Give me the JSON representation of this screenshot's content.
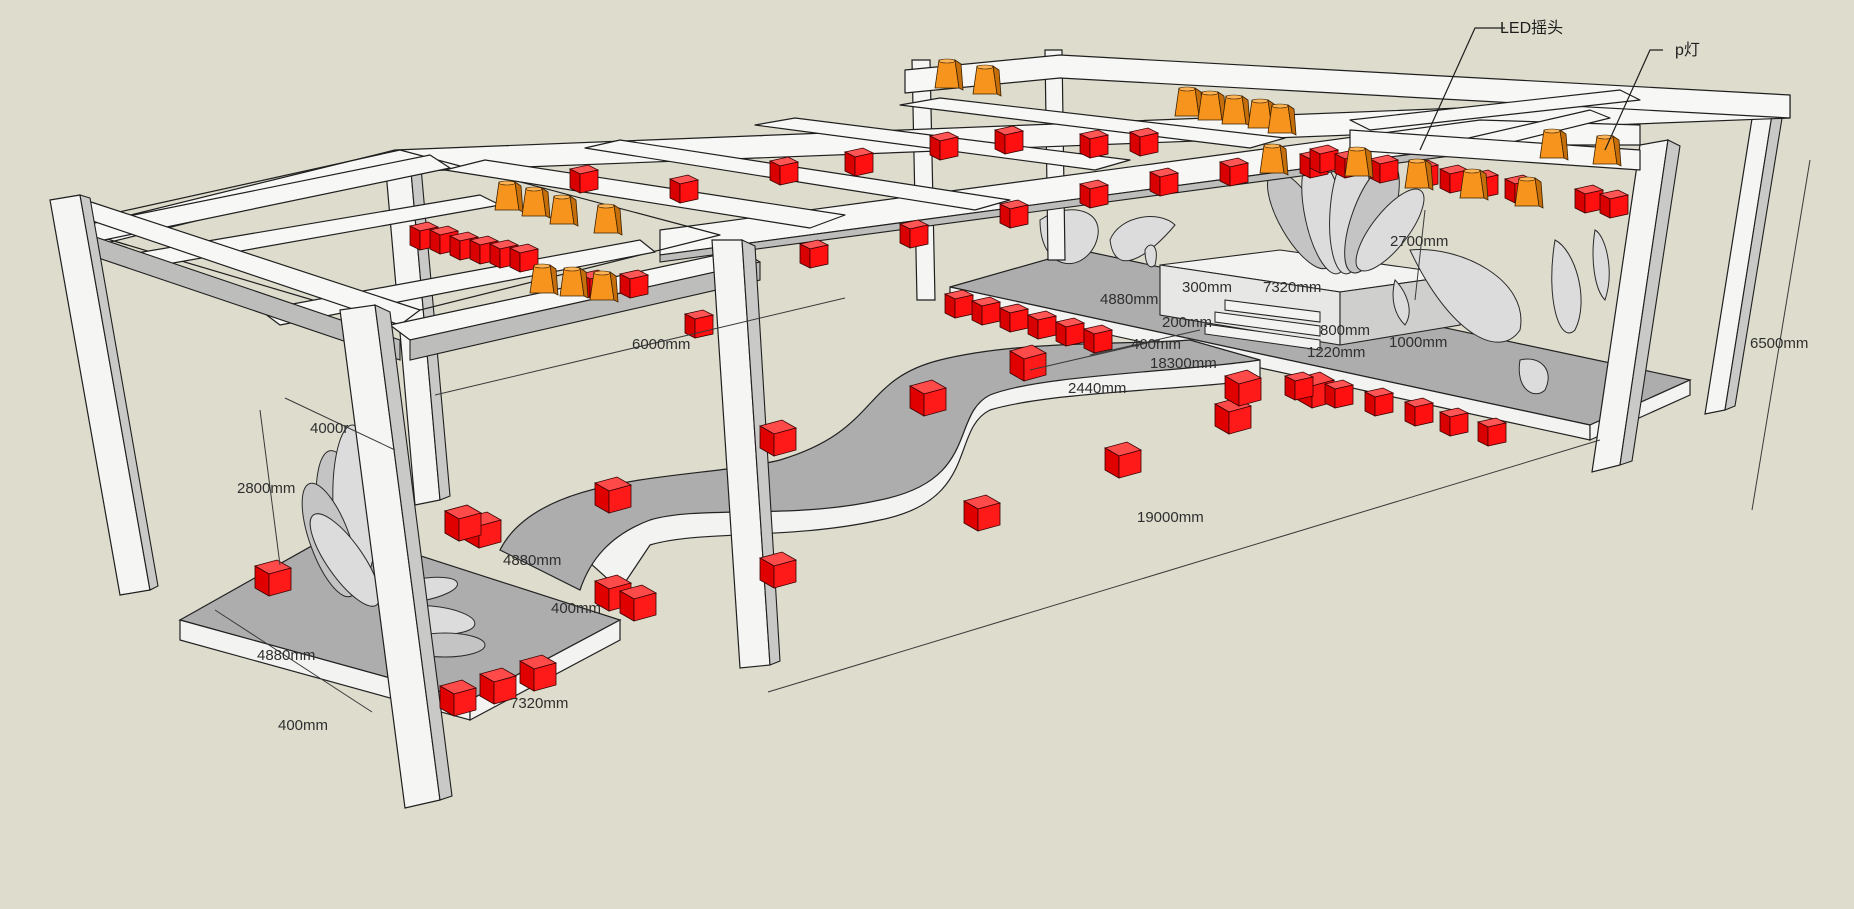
{
  "callouts": {
    "led_moving_head": "LED摇头",
    "par_light": "p灯"
  },
  "dimensions": {
    "truss_depth": "6000mm",
    "total_length": "19000mm",
    "total_height": "6500mm",
    "left_side_depth": "4000r",
    "left_screen_height": "2800mm",
    "left_stage_width": "4880mm",
    "left_stage_depth": "4880mm",
    "left_stage_height": "400mm",
    "left_runway_height": "400mm",
    "left_runway_width": "4880mm",
    "left_front_length": "7320mm",
    "right_stage_width": "4880mm",
    "right_stage_height": "400mm",
    "runway_length": "18300mm",
    "runway_width": "2440mm",
    "stair_step": "300mm",
    "stair_rise": "200mm",
    "platform_width": "7320mm",
    "platform_height": "800mm",
    "platform_depth": "1220mm",
    "platform_top": "1000mm",
    "upright_height": "2700mm"
  },
  "colors": {
    "background": "#dedccd",
    "truss": "#f7f7f5",
    "stage_top": "#adadad",
    "led_light": "#ff0000",
    "par_light": "#f7941d"
  }
}
